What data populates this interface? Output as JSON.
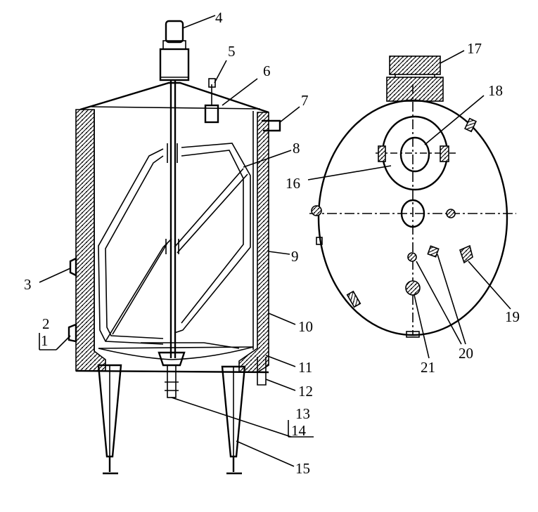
{
  "figure": {
    "labels": {
      "l1": "1",
      "l2": "2",
      "l3": "3",
      "l4": "4",
      "l5": "5",
      "l6": "6",
      "l7": "7",
      "l8": "8",
      "l9": "9",
      "l10": "10",
      "l11": "11",
      "l12": "12",
      "l13": "13",
      "l14": "14",
      "l15": "15",
      "l16": "16",
      "l17": "17",
      "l18": "18",
      "l19": "19",
      "l20": "20",
      "l21": "21"
    }
  }
}
